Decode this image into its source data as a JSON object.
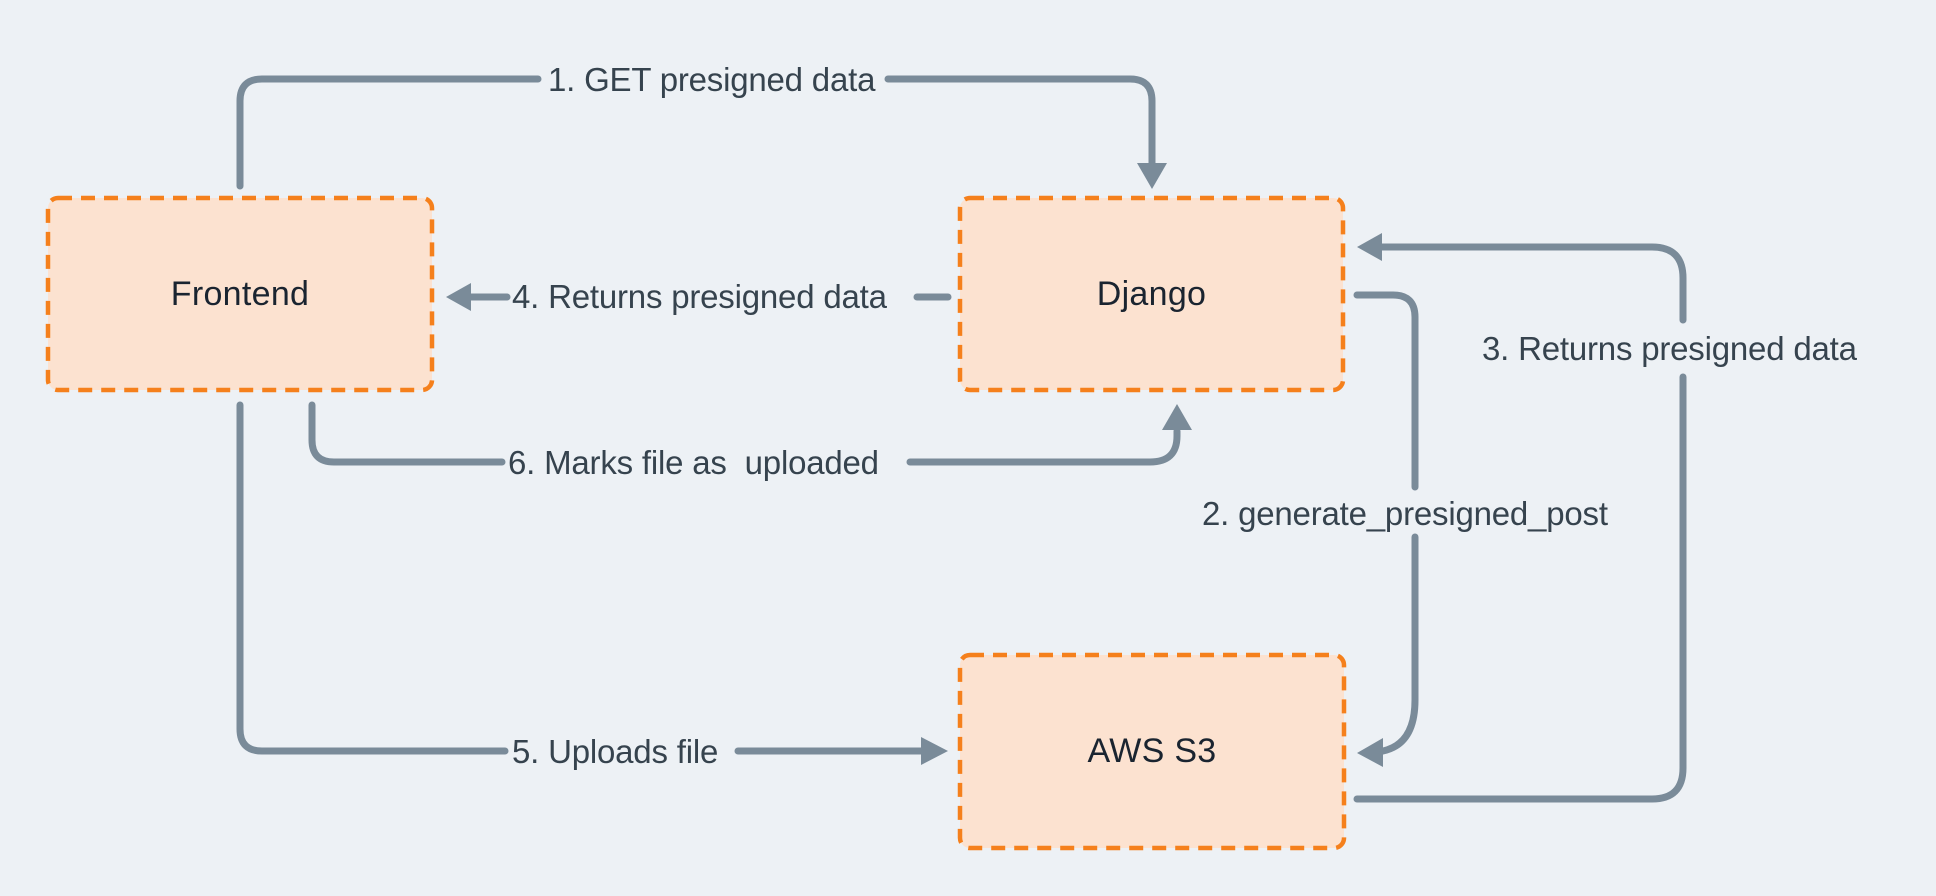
{
  "colors": {
    "background": "#edf1f5",
    "node_fill": "#fce2d0",
    "node_border": "#f5801c",
    "connector": "#7a8b99",
    "edge_label_text": "#36434e",
    "node_label_text": "#1a2430"
  },
  "nodes": {
    "frontend": {
      "label": "Frontend"
    },
    "django": {
      "label": "Django"
    },
    "aws_s3": {
      "label": "AWS S3"
    }
  },
  "edges": {
    "e1": {
      "label": "1. GET presigned data",
      "from": "Frontend",
      "to": "Django"
    },
    "e2": {
      "label": "2. generate_presigned_post",
      "from": "Django",
      "to": "AWS S3"
    },
    "e3": {
      "label": "3. Returns presigned data",
      "from": "AWS S3",
      "to": "Django"
    },
    "e4": {
      "label": "4. Returns presigned data",
      "from": "Django",
      "to": "Frontend"
    },
    "e5": {
      "label": "5. Uploads file",
      "from": "Frontend",
      "to": "AWS S3"
    },
    "e6": {
      "label": "6. Marks file as  uploaded",
      "from": "Frontend",
      "to": "Django"
    }
  }
}
